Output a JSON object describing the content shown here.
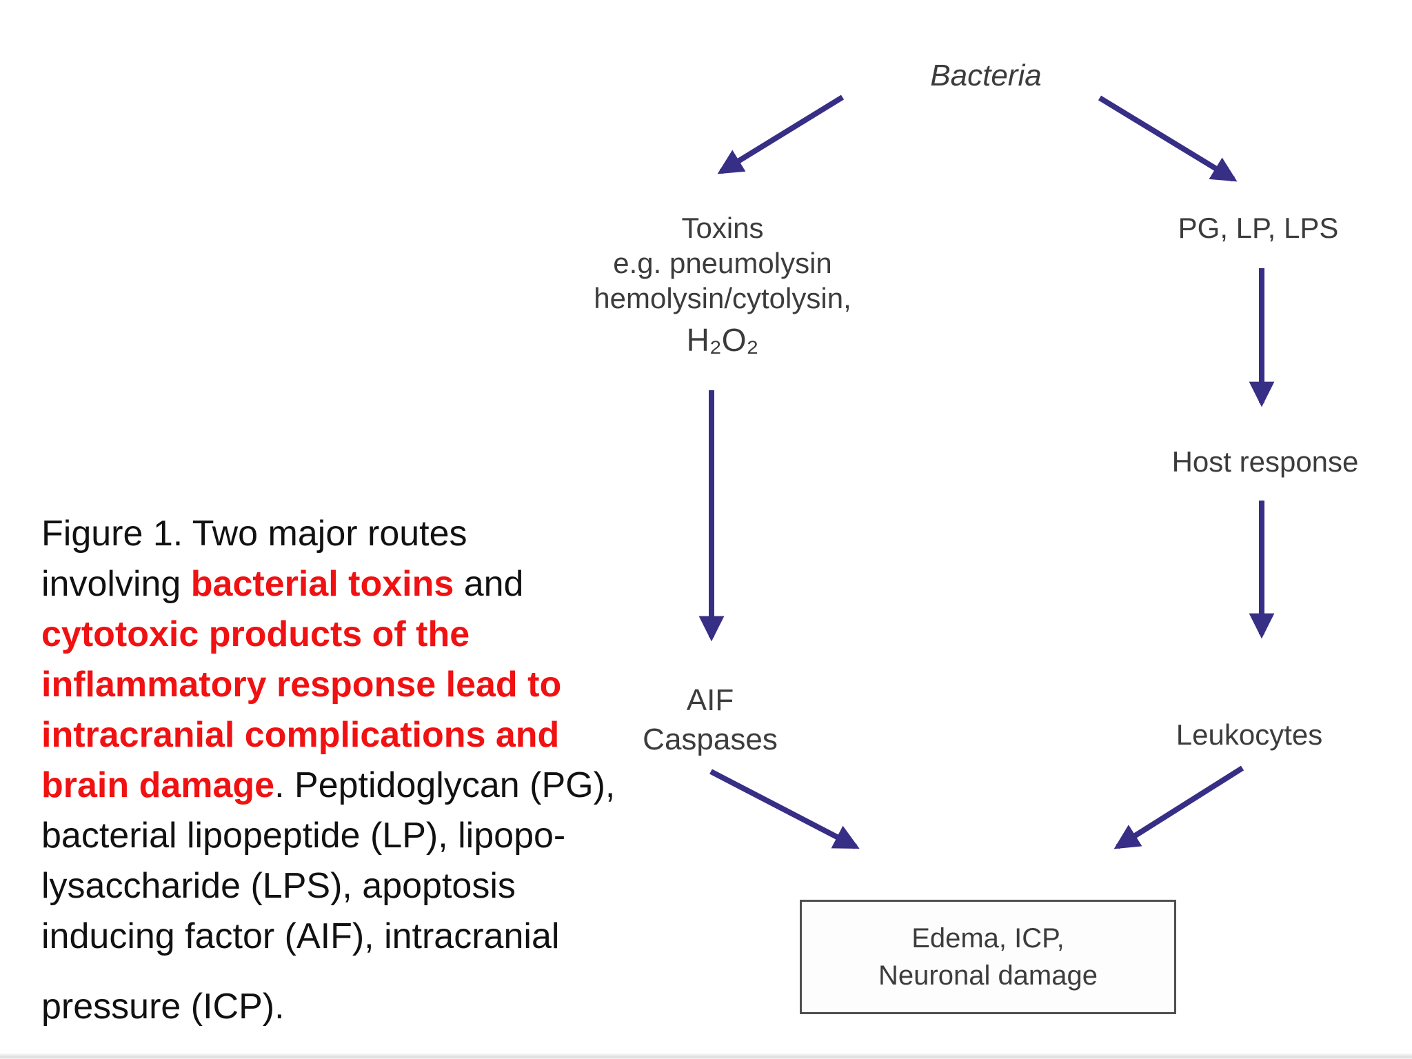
{
  "caption": {
    "text_color": "#111111",
    "highlight_color": "#f01112",
    "lines": [
      [
        {
          "t": "Figure 1. Two major routes"
        }
      ],
      [
        {
          "t": "involving "
        },
        {
          "t": "bacterial toxins",
          "red": true
        },
        {
          "t": " and"
        }
      ],
      [
        {
          "t": "cytotoxic products of the",
          "red": true
        }
      ],
      [
        {
          "t": "inflammatory response lead to",
          "red": true
        }
      ],
      [
        {
          "t": "intracranial complications and",
          "red": true
        }
      ],
      [
        {
          "t": "brain damage",
          "red": true
        },
        {
          "t": ". Peptidoglycan (PG),"
        }
      ],
      [
        {
          "t": "bacterial lipopeptide (LP), lipopo-"
        }
      ],
      [
        {
          "t": "lysaccharide (LPS), apoptosis"
        }
      ],
      [
        {
          "t": "inducing factor (AIF), intracranial"
        }
      ],
      [
        {
          "t": "pressure (ICP)."
        }
      ]
    ]
  },
  "diagram": {
    "arrow_color": "#372e85",
    "text_color": "#3c3c3c",
    "nodes": {
      "bacteria": "Bacteria",
      "toxins_lines": [
        "Toxins",
        "e.g. pneumolysin",
        "hemolysin/cytolysin,",
        "H₂O₂"
      ],
      "pg_lp_lps": "PG, LP, LPS",
      "host_response": "Host response",
      "leukocytes": "Leukocytes",
      "aif": "AIF",
      "caspases": "Caspases",
      "outcome_lines": [
        "Edema, ICP,",
        "Neuronal damage"
      ]
    }
  }
}
